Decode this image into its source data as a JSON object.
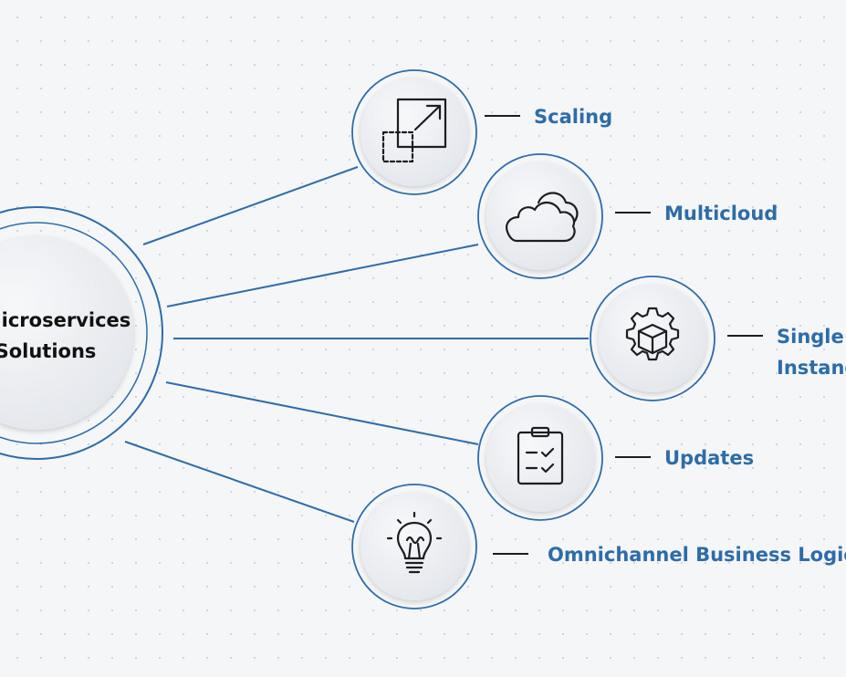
{
  "hub": {
    "line1": "Microservices",
    "line2": "Solutions"
  },
  "items": [
    {
      "label": "Scaling",
      "icon": "scaling-icon"
    },
    {
      "label": "Multicloud",
      "icon": "cloud-icon"
    },
    {
      "label_line1": "Single",
      "label_line2": "Instance",
      "icon": "gear-box-icon"
    },
    {
      "label": "Updates",
      "icon": "clipboard-checklist-icon"
    },
    {
      "label": "Omnichannel Business Logic",
      "icon": "lightbulb-icon"
    }
  ],
  "colors": {
    "accent": "#2d6ca8",
    "text": "#111111",
    "node_fill": "#ebedf1",
    "background": "#f5f6f8"
  }
}
